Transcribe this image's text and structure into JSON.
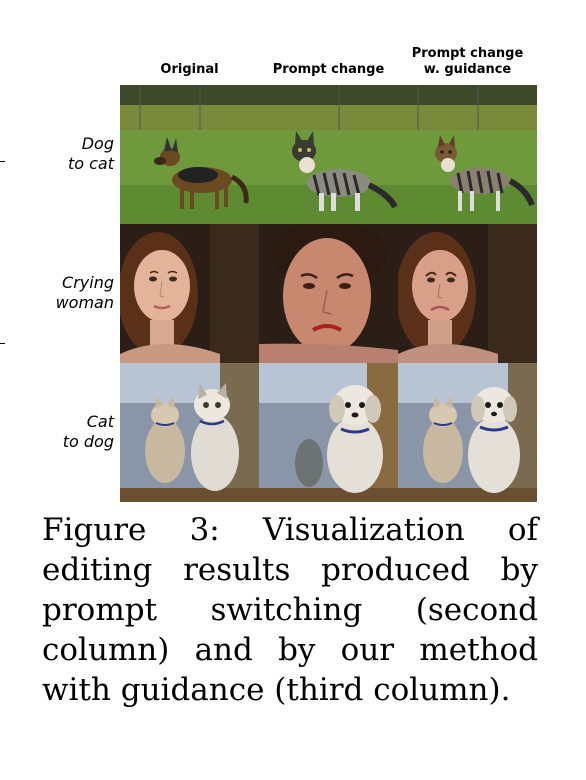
{
  "figure": {
    "columns": [
      "Original",
      "Prompt change",
      "Prompt change\nw. guidance"
    ],
    "rows": [
      {
        "label": "Dog\nto cat"
      },
      {
        "label": "Crying\nwoman"
      },
      {
        "label": "Cat\nto dog"
      }
    ],
    "caption": "Figure 3:  Visualization of editing results produced by prompt switching (second column) and by our method with guidance (third column)."
  }
}
